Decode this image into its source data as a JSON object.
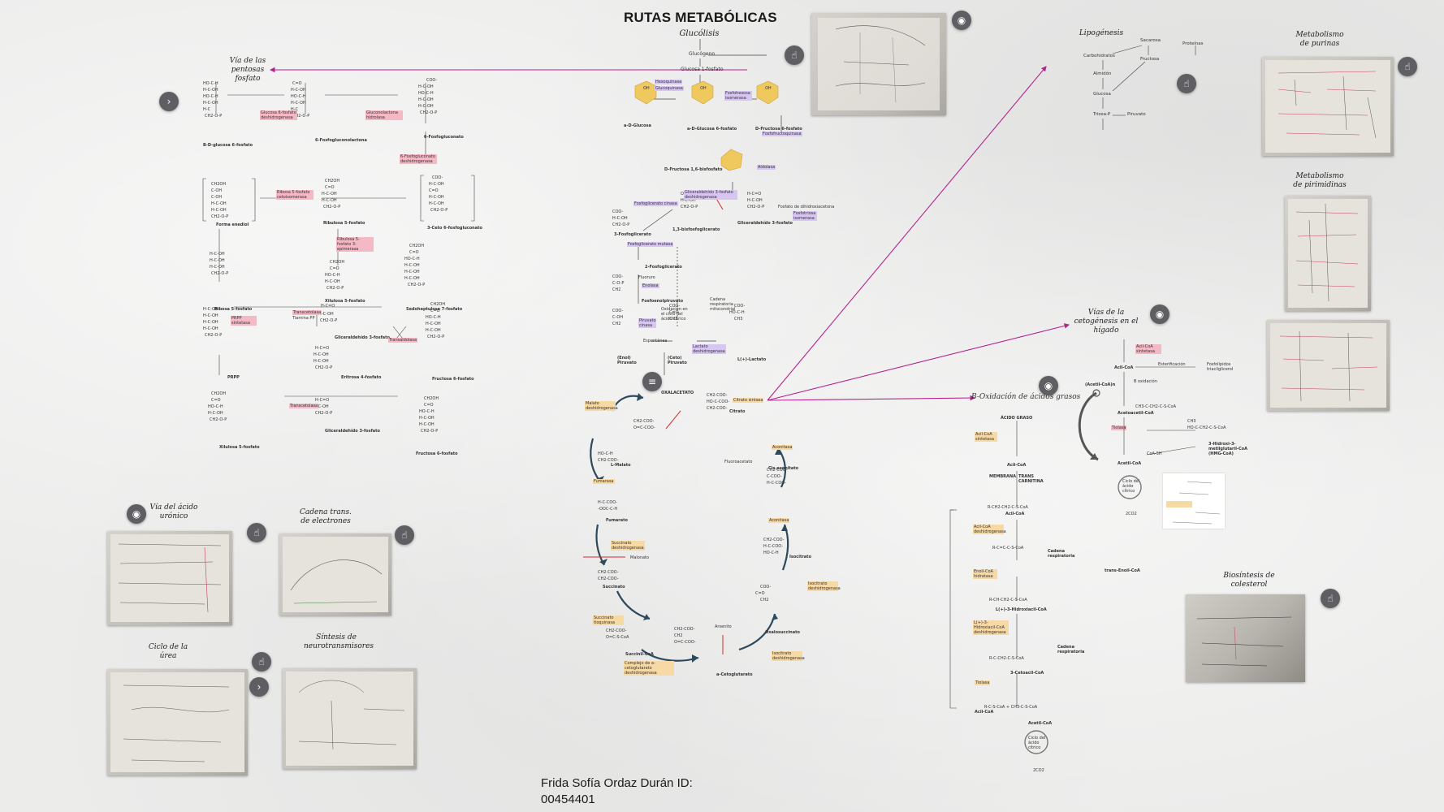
{
  "title": "RUTAS METABÓLICAS",
  "author_line": "Frida Sofía Ordaz Durán ID: 00454401",
  "sections": {
    "pentosas": "Vía de las pentosas fosfato",
    "glucolisis": "Glucólisis",
    "lipogenesis": "Lipogénesis",
    "purinas": "Metabolismo de purinas",
    "pirimidinas": "Metabolismo de pirimidinas",
    "cetogenesis": "Vías de la cetogénesis en el hígado",
    "beta_oxidacion": "B-Oxidación de ácidos grasos",
    "uronico": "Vía del ácido urónico",
    "cadena": "Cadena trans. de electrones",
    "urea": "Ciclo de la úrea",
    "neuro": "Síntesis de neurotransmisores",
    "colesterol": "Biosíntesis de colesterol"
  },
  "glucolisis_labels": {
    "glucogeno": "Glucógeno",
    "g1p": "Glucosa 1-fosfato",
    "alpha_glucosa": "a-D-Glucosa",
    "g6p": "a-D-Glucosa 6-fosfato",
    "f6p": "D-Fructosa 6-fosfato",
    "hexoquinasa": "Hexoquinasa",
    "glucoquinasa": "Glucoquinasa",
    "fosfohexosa": "Fosfohexosa isomerasa",
    "fosfofructo": "Fosfofructoquinasa",
    "f16bp": "D-Fructosa 1,6-bisfosfato",
    "aldolasa": "Aldolasa",
    "g3p": "Gliceraldehído 3-fosfato",
    "dhap": "Fosfato de dihidroxiacetona",
    "triosa": "Fosfotriosa isomerasa",
    "g3pdh": "Gliceraldehído 3-fosfato deshidrogenasa",
    "bpg13": "1,3-bisfosfoglicerato",
    "pgk": "Fosfoglicerato cinasa",
    "pg3": "3-Fosfoglicerato",
    "mutasa": "Fosfoglicerato mutasa",
    "pg2": "2-Fosfoglicerato",
    "enolasa": "Enolasa",
    "fluoruro": "Fluoruro",
    "pep": "Fosfoenolpiruvato",
    "piruvato_cinasa": "Piruvato cinasa",
    "enol_piruvato": "(Enol) Piruvato",
    "ceto_piruvato": "(Ceto) Piruvato",
    "espontanea": "Espontánea",
    "lactato_dh": "Lactato deshidrogenasa",
    "lactato": "L(+)-Lactato",
    "oxidacion": "Oxidación en el ciclo del ácido cítrico",
    "cadena_resp": "Cadena respiratoria mitocondrial"
  },
  "pentosas_labels": {
    "g6p": "B-D-glucosa 6-fosfato",
    "g6pdh": "Glucosa 6-fosfato deshidrogenasa",
    "lactona": "6-Fosfogluconolactona",
    "lactonasa": "Gluconolactona hidrolasa",
    "gluconato": "6-Fosfogluconato",
    "pgdh": "6-Fosfogluconato deshidrogenasa",
    "ceto": "3-Ceto 6-fosfogluconato",
    "ribulosa": "Ribulosa 5-fosfato",
    "isomerasa": "Ribosa 5-fosfato cetoisomerasa",
    "epimerasa": "Ribulosa 5-fosfato 3-epimerasa",
    "enediol": "Forma enediol",
    "xilulosa": "Xilulosa 5-fosfato",
    "ribosa": "Ribosa 5-fosfato",
    "sedoheptulosa": "Sedoheptulosa 7-fosfato",
    "transcetolasa": "Transcetolasa",
    "tiamina": "Tiamina PP",
    "prpp_sint": "PRPP sintetasa",
    "prpp": "PRPP",
    "g3p": "Gliceraldehído 3-fosfato",
    "transaldolasa": "Transaldolasa",
    "eritrosa": "Eritrosa 4-fosfato",
    "fructosa": "Fructosa 6-fosfato"
  },
  "krebs_labels": {
    "oxalacetato": "OXALACETATO",
    "citrato": "Citrato",
    "citrato_sintasa": "Citrato sintasa",
    "malato_dh": "Malato deshidrogenasa",
    "malato": "L-Malato",
    "fumarasa": "Fumarasa",
    "fumarato": "Fumarato",
    "succ_dh": "Succinato deshidrogenasa",
    "malonato": "Malonato",
    "succinato": "Succinato",
    "succ_tioquinasa": "Succinato tioquinasa",
    "succinil": "Succinil-CoA",
    "akg_dh": "Complejo de a-cetoglutarato deshidrogenasa",
    "arsenito": "Arsenito",
    "akg": "a-Cetoglutarato",
    "oxalosuccinato": "Oxalosuccinato",
    "isocitrato_dh": "Isocitrato deshidrogenasa",
    "isocitrato": "Isocitrato",
    "aconitasa": "Aconitasa",
    "cisaconitato": "Cis-aconitato",
    "fluoroacetato": "Fluoroacetato"
  },
  "lipogenesis_labels": {
    "carbohidratos": "Carbohidratos",
    "sacarosa": "Sacarosa",
    "proteinas": "Proteínas",
    "almidon": "Almidón",
    "fructosa": "Fructosa",
    "glucosa": "Glucosa",
    "triosa": "Triosa-P",
    "piruvato": "Piruvato"
  },
  "beta_labels": {
    "acido_graso": "ÁCIDO GRASO",
    "acil_sintetasa": "Acil-CoA sintetasa",
    "acil_coa": "Acil-CoA",
    "membrana": "MEMBRANA",
    "transportador": "TRANS CARNITINA",
    "acil_dh": "Acil-CoA deshidrogenasa",
    "cadena": "Cadena respiratoria",
    "enoil": "trans-Enoil-CoA",
    "hidratasa": "Enoil-CoA hidratasa",
    "hidroxiacil": "L(+)-3-Hidroxiacil-CoA",
    "hidroxi_dh": "L(+)-3-Hidroxiacil-CoA deshidrogenasa",
    "cetoacil": "3-Cetoacil-CoA",
    "tiolasa": "Tiolasa",
    "acetil": "Acetil-CoA",
    "ciclo": "Ciclo del ácido cítrico",
    "co2": "2CO2"
  },
  "ceto_labels": {
    "acil_sint": "Acil-CoA sintetasa",
    "acil": "Acil-CoA",
    "esterificacion": "Esterificación",
    "fosfolipidos": "Fosfolípidos triacilglicerol",
    "beta": "B oxidación",
    "acetil_n": "(Acetil-CoA)n",
    "acetoacetil": "Acetoacetil-CoA",
    "tiolasa": "Tiolasa",
    "hmg": "3-Hidroxi-3-metilglutaril-CoA (HMG-CoA)",
    "acetil": "Acetil-CoA",
    "ciclo": "Ciclo del ácido cítrico",
    "co2": "2CO2"
  },
  "colors": {
    "arrow": "#b5238f",
    "cycle_arrow": "#2d4a5c",
    "fab": "#5f5f63",
    "pink": "#f4b9c4",
    "blue": "#bcd7f3",
    "purple": "#d8c6f2",
    "orange": "#f7d9a6"
  },
  "icons": {
    "eye": "eye-icon",
    "hand": "hand-pointer-icon",
    "next": "chevron-right-icon",
    "menu": "menu-icon"
  }
}
